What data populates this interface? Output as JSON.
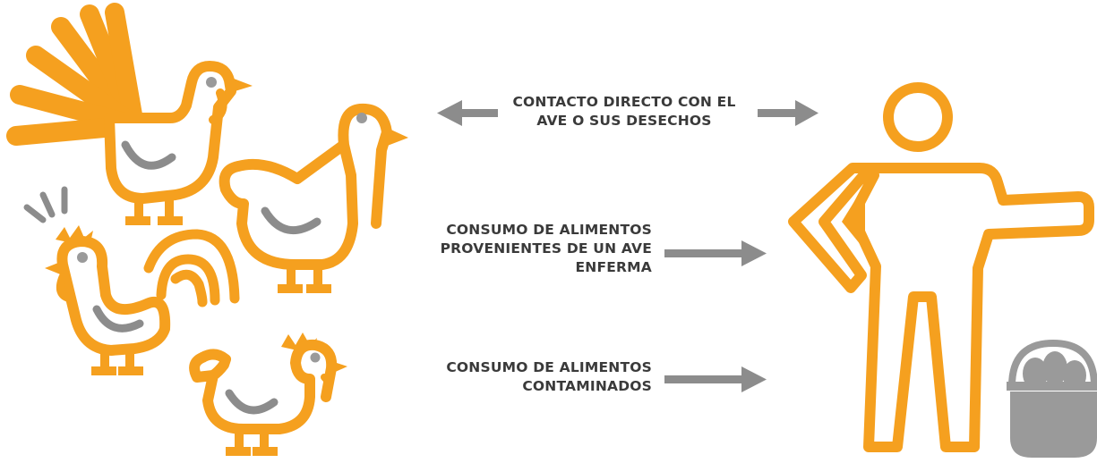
{
  "colors": {
    "accent": "#F5A01F",
    "arrow": "#8C8C8C",
    "basket": "#9A9A9A",
    "text": "#3A3A3A",
    "background": "#FFFFFF"
  },
  "routes": [
    {
      "id": "direct-contact",
      "lines": [
        "CONTACTO DIRECTO CON EL",
        "AVE O SUS DESECHOS"
      ],
      "arrows": "bidirectional"
    },
    {
      "id": "sick-bird-food",
      "lines": [
        "CONSUMO DE ALIMENTOS",
        "PROVENIENTES DE UN AVE",
        "ENFERMA"
      ],
      "arrows": "to-human"
    },
    {
      "id": "contaminated-food",
      "lines": [
        "CONSUMO DE ALIMENTOS",
        "CONTAMINADOS"
      ],
      "arrows": "to-human"
    }
  ],
  "icons": {
    "birds": [
      "turkey-icon",
      "hen-icon",
      "rooster-icon",
      "chick-icon"
    ],
    "human": "person-icon",
    "basket": "egg-basket-icon"
  }
}
